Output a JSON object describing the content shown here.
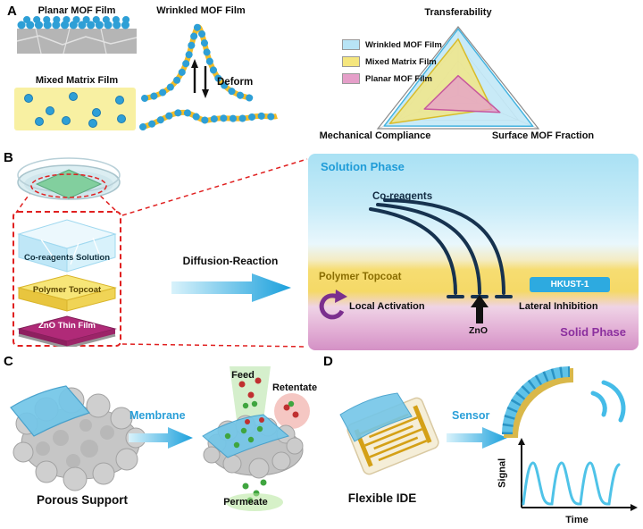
{
  "colors": {
    "accent_blue": "#2a9fd8",
    "mof_dot_blue": "#2e9fd6",
    "film_yellow": "#f6dd72",
    "zno_magenta": "#b02a78",
    "solid_phase_purple": "#8b2f9e",
    "dashed_red": "#e02020"
  },
  "panel_a": {
    "label": "A",
    "planar_title": "Planar MOF Film",
    "mixed_title": "Mixed Matrix Film",
    "wrinkled_title": "Wrinkled MOF Film",
    "deform_label": "Deform",
    "radar": {
      "type": "radar",
      "axis_labels": {
        "top": "Transferability",
        "bottom_right": "Surface MOF Fraction",
        "bottom_left": "Mechanical Compliance"
      },
      "value_range": [
        0,
        1
      ],
      "series": [
        {
          "name": "Wrinkled MOF Film",
          "color": "#b8e4f5",
          "stroke": "#45b4e0",
          "values": [
            0.97,
            0.93,
            0.92
          ]
        },
        {
          "name": "Mixed Matrix Film",
          "color": "#f5e67e",
          "stroke": "#d9bc2a",
          "values": [
            0.82,
            0.42,
            0.85
          ]
        },
        {
          "name": "Planar MOF Film",
          "color": "#e59fc9",
          "stroke": "#c7579d",
          "values": [
            0.28,
            0.52,
            0.42
          ]
        }
      ]
    }
  },
  "panel_b": {
    "label": "B",
    "stack": {
      "co_reagents": "Co-reagents Solution",
      "polymer": "Polymer Topcoat",
      "zno": "ZnO Thin Film"
    },
    "arrow_label": "Diffusion-Reaction",
    "phase": {
      "solution": "Solution Phase",
      "co_reagents": "Co-reagents",
      "polymer_topcoat": "Polymer Topcoat",
      "hkust": "HKUST-1",
      "local_activation": "Local Activation",
      "zno": "ZnO",
      "lateral_inhibition": "Lateral Inhibition",
      "solid": "Solid Phase"
    }
  },
  "panel_c": {
    "label": "C",
    "support_label": "Porous Support",
    "arrow_label": "Membrane",
    "feed": "Feed",
    "retentate": "Retentate",
    "permeate": "Permeate"
  },
  "panel_d": {
    "label": "D",
    "device_label": "Flexible IDE",
    "arrow_label": "Sensor",
    "signal": "Signal",
    "time": "Time"
  }
}
